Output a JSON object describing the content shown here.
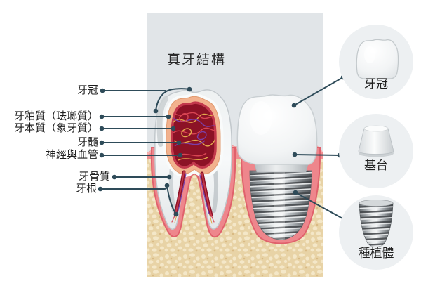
{
  "title": "真牙結構",
  "tooth_labels": [
    {
      "id": "crown",
      "text": "牙冠"
    },
    {
      "id": "enamel",
      "text": "牙釉質（珐瑯質）"
    },
    {
      "id": "dentin",
      "text": "牙本質（象牙質）"
    },
    {
      "id": "pulp",
      "text": "牙髓"
    },
    {
      "id": "nerves",
      "text": "神經與血管"
    },
    {
      "id": "cementum",
      "text": "牙骨質"
    },
    {
      "id": "root",
      "text": "牙根"
    }
  ],
  "implant_parts": [
    {
      "id": "crown",
      "label": "牙冠"
    },
    {
      "id": "abutment",
      "label": "基台"
    },
    {
      "id": "implant-body",
      "label": "種植體"
    }
  ],
  "colors": {
    "leader_line": "#2e4b59",
    "panel_bg": "#e1e5e8",
    "gum_pink": "#ef8e91",
    "gum_dark_rim": "#e0616c",
    "gum_highlight": "#f7b5b3",
    "bone_base": "#e8d3a6",
    "bone_blob": "#f4e7c8",
    "dentin_peach": "#f2b28e",
    "pulp_dark_red": "#8c1226",
    "pulp_ring_red": "#c2384c",
    "vessel_red": "#d84553",
    "vessel_purple": "#7b3fa8",
    "vessel_yellow": "#e3a94c",
    "detail_circle_bg": "#edf0f2",
    "metal_dark": "#4e5256",
    "metal_light": "#f4f6f7"
  }
}
